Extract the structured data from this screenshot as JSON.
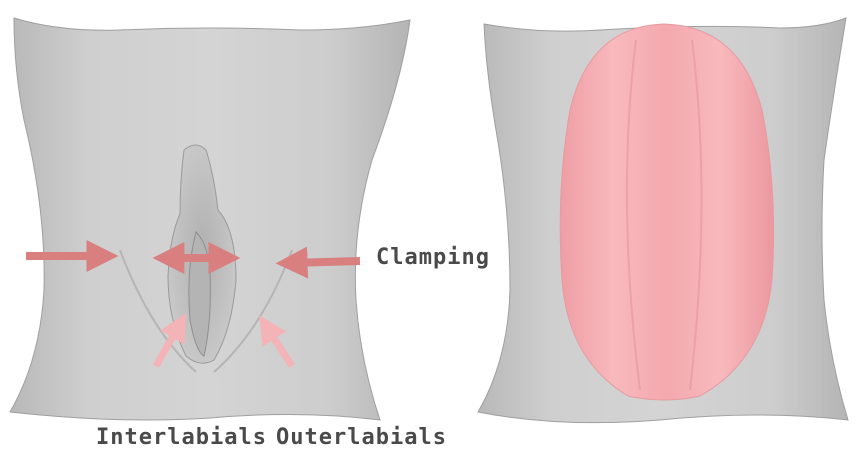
{
  "labels": {
    "clamping": "Clamping",
    "interlabials": "Interlabials",
    "outerlabials": "Outerlabials"
  },
  "colors": {
    "surface": "#c9c9c9",
    "surface_shadow": "#a9a9a9",
    "arrow_clamp": "#d97f7f",
    "arrow_pink": "#f4b3b6",
    "overlay_pink": "#f6aeb3",
    "label_text": "#4a4a4a"
  },
  "panels": [
    {
      "name": "left-surface-mesh",
      "overlay": false
    },
    {
      "name": "right-surface-mesh",
      "overlay": true
    }
  ]
}
